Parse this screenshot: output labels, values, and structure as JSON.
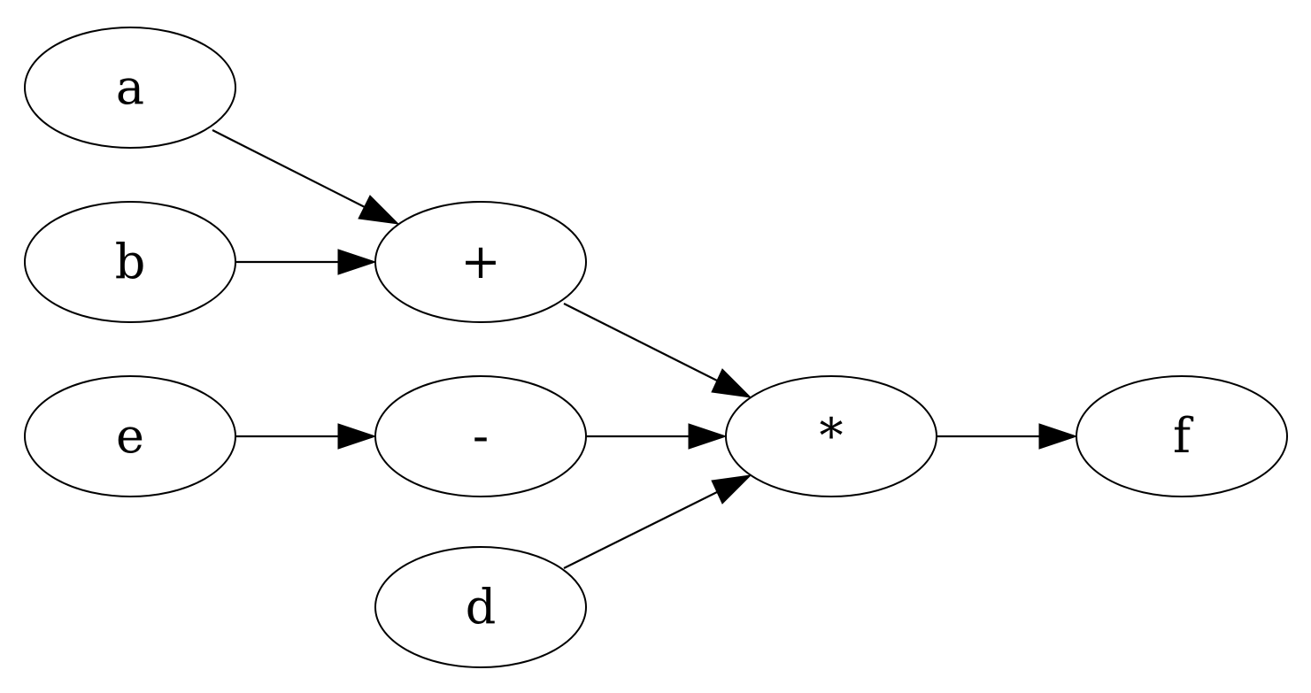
{
  "graph": {
    "nodes": [
      {
        "id": "a",
        "label": "a"
      },
      {
        "id": "b",
        "label": "b"
      },
      {
        "id": "plus",
        "label": "+"
      },
      {
        "id": "e",
        "label": "e"
      },
      {
        "id": "minus",
        "label": "-"
      },
      {
        "id": "mul",
        "label": "*"
      },
      {
        "id": "f",
        "label": "f"
      },
      {
        "id": "d",
        "label": "d"
      }
    ],
    "edges": [
      {
        "from": "a",
        "to": "plus"
      },
      {
        "from": "b",
        "to": "plus"
      },
      {
        "from": "plus",
        "to": "mul"
      },
      {
        "from": "e",
        "to": "minus"
      },
      {
        "from": "minus",
        "to": "mul"
      },
      {
        "from": "d",
        "to": "mul"
      },
      {
        "from": "mul",
        "to": "f"
      }
    ]
  }
}
